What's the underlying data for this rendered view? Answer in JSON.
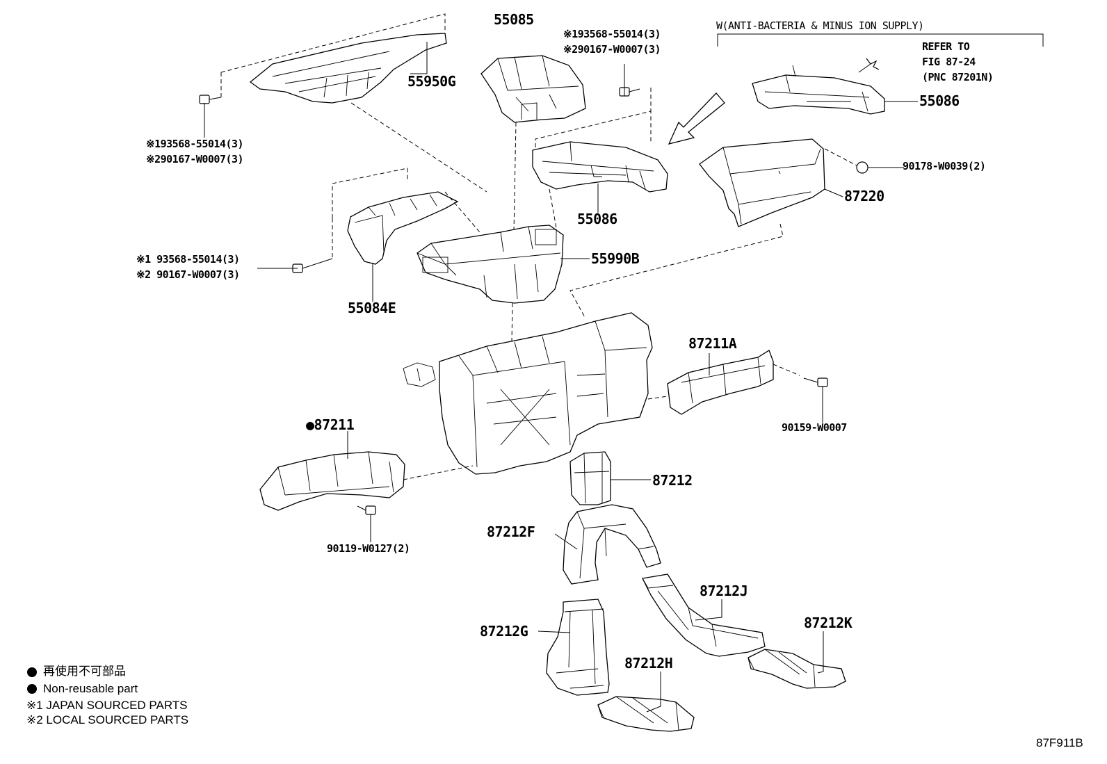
{
  "diagram": {
    "variant_note": "W(ANTI-BACTERIA & MINUS ION SUPPLY)",
    "refer_note": [
      "REFER TO",
      "FIG 87-24",
      "(PNC 87201N)"
    ],
    "figure_code": "87F911B",
    "parts": {
      "p55085": "55085",
      "p55950g": "55950G",
      "p55086_main": "55086",
      "p55086_variant": "55086",
      "p87220": "87220",
      "p55990b": "55990B",
      "p55084e": "55084E",
      "p87211a": "87211A",
      "p87211": "●87211",
      "p87212": "87212",
      "p87212f": "87212F",
      "p87212j": "87212J",
      "p87212g": "87212G",
      "p87212k": "87212K",
      "p87212h": "87212H"
    },
    "fasteners": {
      "f_top_center_1": "※193568-55014(3)",
      "f_top_center_2": "※290167-W0007(3)",
      "f_left_upper_1": "※193568-55014(3)",
      "f_left_upper_2": "※290167-W0007(3)",
      "f_left_mid_1": "※1 93568-55014(3)",
      "f_left_mid_2": "※2 90167-W0007(3)",
      "f_90178": "90178-W0039(2)",
      "f_90159": "90159-W0007",
      "f_90119": "90119-W0127(2)"
    },
    "legend": {
      "non_reusable_jp": "再使用不可部品",
      "non_reusable_en": "Non-reusable part",
      "note1": "※1 JAPAN SOURCED PARTS",
      "note2": "※2 LOCAL SOURCED PARTS"
    }
  }
}
